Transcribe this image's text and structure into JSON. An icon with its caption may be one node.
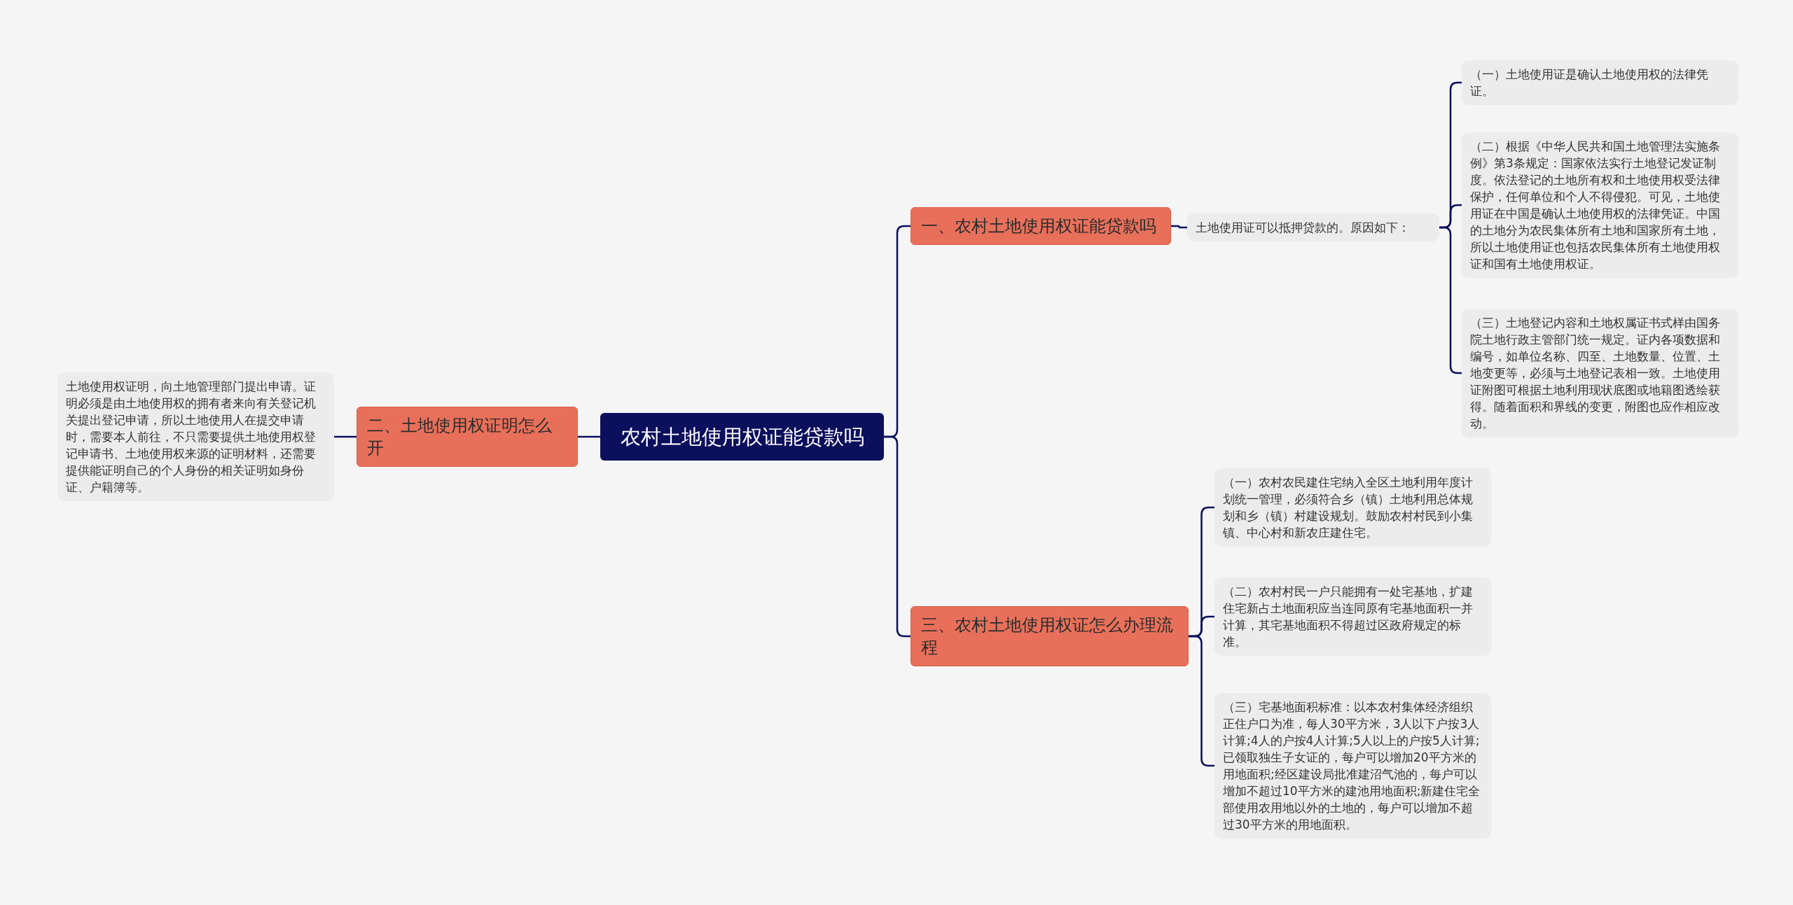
{
  "diagram": {
    "nodes": [
      {
        "text": [
          "农村土地使用权证能贷款吗"
        ]
      },
      {
        "text": [
          "一、农村土地使用权证能贷款吗"
        ]
      },
      {
        "text": [
          "土地使用证可以抵押贷款的。原因如下："
        ]
      },
      {
        "text": [
          "（一）土地使用证是确认土地使用权的法律凭证。"
        ]
      },
      {
        "text": [
          "（二）根据《中华人民共和国土地管理法实施条例》第3条规定：国家依法实行土地登记发证制度。依法登记的土地所有权和土地使用权受法律保护，任何单位和个人不得侵犯。可见，土地使用证在中国是确认土地使用权的法律凭证。中国的土地分为农民集体所有土地和国家所有土地，所以土地使用证也包括农民集体所有土地使用权证和国有土地使用权证。"
        ]
      },
      {
        "text": [
          "（三）土地登记内容和土地权属证书式样由国务院土地行政主管部门统一规定。证内各项数据和编号，如单位名称、四至、土地数量、位置、土地变更等，必须与土地登记表相一致。土地使用证附图可根据土地利用现状底图或地籍图透绘获得。随着面积和界线的变更，附图也应作相应改动。"
        ]
      },
      {
        "text": [
          "二、土地使用权证明怎么开"
        ]
      },
      {
        "text": [
          "土地使用权证明，向土地管理部门提出申请。证明必须是由土地使用权的拥有者来向有关登记机关提出登记申请，所以土地使用人在提交申请时，需要本人前往，不只需要提供土地使用权登记申请书、土地使用权来源的证明材料，还需要提供能证明自己的个人身份的相关证明如身份证、户籍簿等。"
        ]
      },
      {
        "text": [
          "三、农村土地使用权证怎么办理流程"
        ]
      },
      {
        "text": [
          "（一）农村农民建住宅纳入全区土地利用年度计划统一管理，必须符合乡（镇）土地利用总体规划和乡（镇）村建设规划。鼓励农村村民到小集镇、中心村和新农庄建住宅。"
        ]
      },
      {
        "text": [
          "（二）农村村民一户只能拥有一处宅基地，扩建住宅新占土地面积应当连同原有宅基地面积一并计算，其宅基地面积不得超过区政府规定的标准。"
        ]
      },
      {
        "text": [
          "（三）宅基地面积标准：以本农村集体经济组织正住户口为准，每人30平方米，3人以下户按3人计算;4人的户按4人计算;5人以上的户按5人计算;已领取独生子女证的，每户可以增加20平方米的用地面积;经区建设局批准建沼气池的，每户可以增加不超过10平方米的建池用地面积;新建住宅全部使用农用地以外的土地的，每户可以增加不超过30平方米的用地面积。"
        ]
      }
    ],
    "edges": [
      {
        "from": 0,
        "to": 1,
        "arrow": "none"
      },
      {
        "from": 1,
        "to": 2,
        "arrow": "none"
      },
      {
        "from": 2,
        "to": 3,
        "arrow": "none"
      },
      {
        "from": 2,
        "to": 4,
        "arrow": "none"
      },
      {
        "from": 2,
        "to": 5,
        "arrow": "none"
      },
      {
        "from": 0,
        "to": 6,
        "arrow": "none"
      },
      {
        "from": 6,
        "to": 7,
        "arrow": "none"
      },
      {
        "from": 0,
        "to": 8,
        "arrow": "none"
      },
      {
        "from": 8,
        "to": 9,
        "arrow": "none"
      },
      {
        "from": 8,
        "to": 10,
        "arrow": "none"
      },
      {
        "from": 8,
        "to": 11,
        "arrow": "none"
      }
    ]
  }
}
